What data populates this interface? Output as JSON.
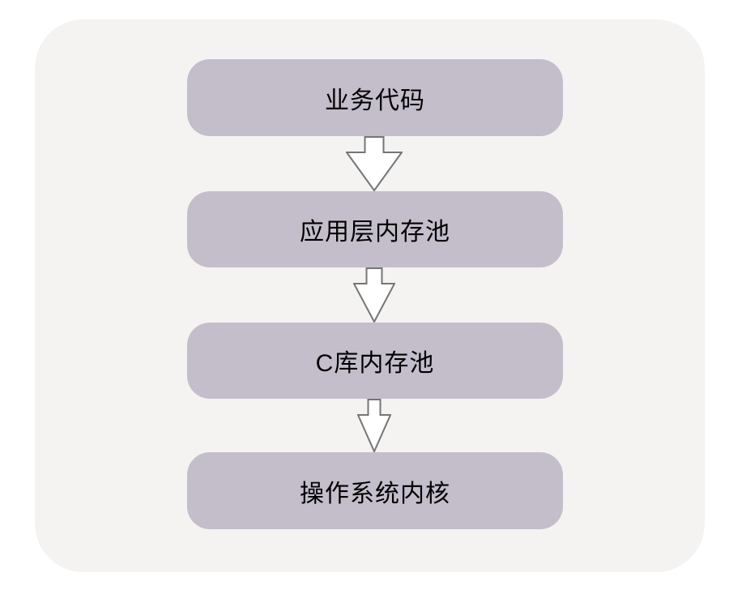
{
  "diagram": {
    "type": "flowchart",
    "flow_direction": "top-to-bottom",
    "connector_icon": "arrow-down-icon",
    "nodes": [
      {
        "label": "业务代码"
      },
      {
        "label": "应用层内存池"
      },
      {
        "label": "C库内存池"
      },
      {
        "label": "操作系统内核"
      }
    ],
    "colors": {
      "page_background": "#ffffff",
      "canvas_background": "#f4f3f2",
      "node_fill": "#c4becb",
      "node_text": "#000000",
      "arrow_fill": "#ffffff",
      "arrow_stroke": "#757575"
    }
  }
}
